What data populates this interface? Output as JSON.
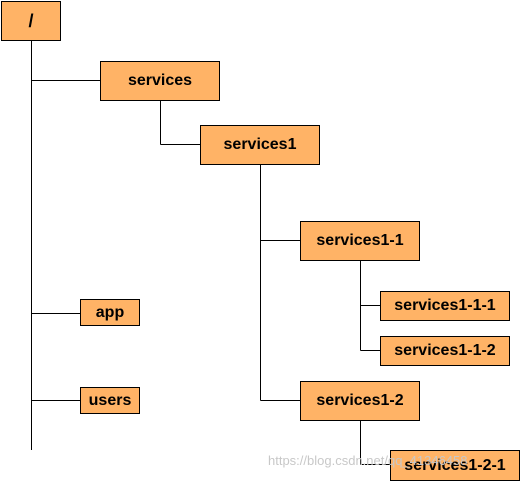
{
  "tree": {
    "root": {
      "label": "/"
    },
    "services": {
      "label": "services"
    },
    "services1": {
      "label": "services1"
    },
    "services1_1": {
      "label": "services1-1"
    },
    "services1_1_1": {
      "label": "services1-1-1"
    },
    "services1_1_2": {
      "label": "services1-1-2"
    },
    "services1_2": {
      "label": "services1-2"
    },
    "services1_2_1": {
      "label": "services1-2-1"
    },
    "app": {
      "label": "app"
    },
    "users": {
      "label": "users"
    }
  },
  "colors": {
    "node_fill": "#ffb366",
    "node_border": "#000000",
    "connector": "#000000"
  },
  "watermark": {
    "text": "https://blog.csdn.net/qq_41346458"
  }
}
